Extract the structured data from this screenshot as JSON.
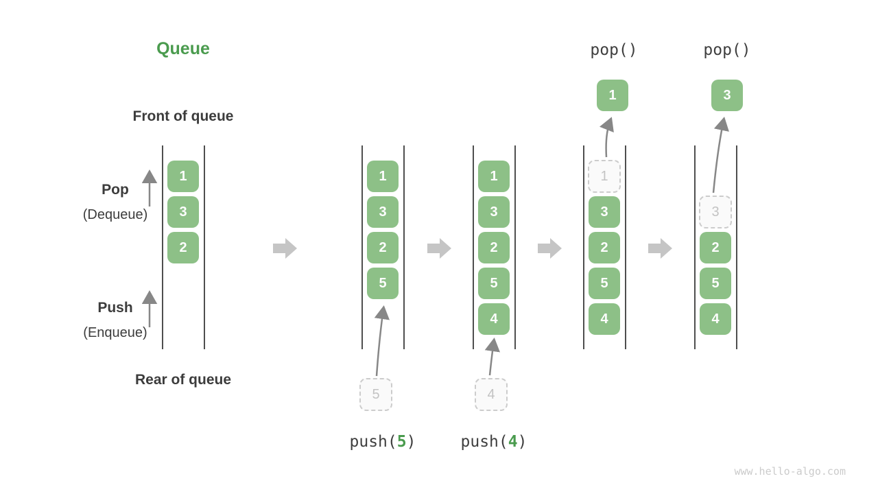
{
  "title": "Queue",
  "labels": {
    "front_of_queue": "Front of queue",
    "rear_of_queue": "Rear of queue",
    "pop_name": "Pop",
    "pop_alias": "(Dequeue)",
    "push_name": "Push",
    "push_alias": "(Enqueue)"
  },
  "colors": {
    "item_green": "#8dc087",
    "accent_green": "#4a9b4e",
    "big_arrow_gray": "#c5c5c5",
    "thin_arrow_gray": "#878787",
    "label_dark": "#3c3c3c",
    "dashed_gray": "#cccccc"
  },
  "stages": [
    {
      "name": "initial",
      "items": [
        "1",
        "3",
        "2"
      ]
    },
    {
      "name": "after_push_5",
      "items": [
        "1",
        "3",
        "2",
        "5"
      ],
      "pending_item": "5",
      "operation": {
        "prefix": "push(",
        "arg": "5",
        "suffix": ")"
      }
    },
    {
      "name": "after_push_4",
      "items": [
        "1",
        "3",
        "2",
        "5",
        "4"
      ],
      "pending_item": "4",
      "operation": {
        "prefix": "push(",
        "arg": "4",
        "suffix": ")"
      }
    },
    {
      "name": "after_pop_1",
      "removed_item": "1",
      "items": [
        "3",
        "2",
        "5",
        "4"
      ],
      "popped_item": "1",
      "operation_label": "pop()"
    },
    {
      "name": "after_pop_3",
      "removed_item": "3",
      "items": [
        "2",
        "5",
        "4"
      ],
      "popped_item": "3",
      "operation_label": "pop()"
    }
  ],
  "watermark": "www.hello-algo.com"
}
